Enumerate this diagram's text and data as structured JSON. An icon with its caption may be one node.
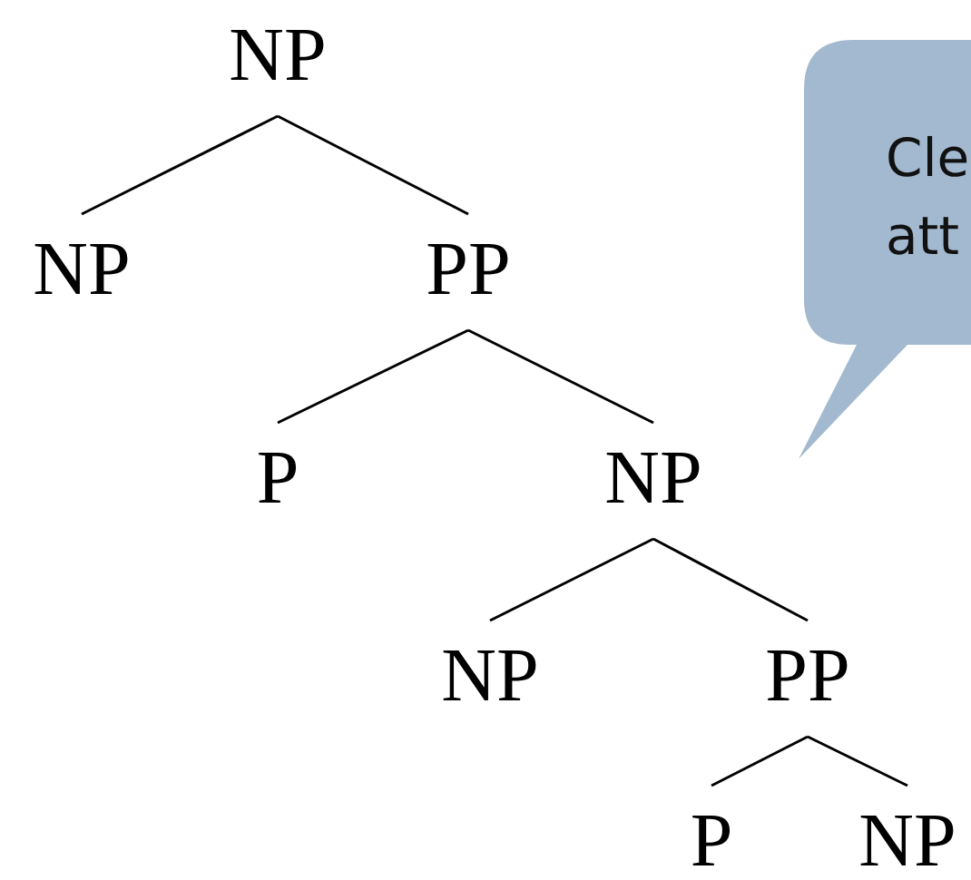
{
  "diagram": {
    "nodes": [
      {
        "text": [
          "NP"
        ]
      },
      {
        "text": [
          "NP"
        ]
      },
      {
        "text": [
          "PP"
        ]
      },
      {
        "text": [
          "P"
        ]
      },
      {
        "text": [
          "NP"
        ]
      },
      {
        "text": [
          "NP"
        ]
      },
      {
        "text": [
          "PP"
        ]
      },
      {
        "text": [
          "P"
        ]
      },
      {
        "text": [
          "NP"
        ]
      },
      {
        "text": [
          "Cle att"
        ]
      }
    ],
    "edges": [
      {
        "from": 0,
        "to": 1,
        "arrow": "none"
      },
      {
        "from": 0,
        "to": 2,
        "arrow": "none"
      },
      {
        "from": 2,
        "to": 3,
        "arrow": "none"
      },
      {
        "from": 2,
        "to": 4,
        "arrow": "none"
      },
      {
        "from": 4,
        "to": 5,
        "arrow": "none"
      },
      {
        "from": 4,
        "to": 6,
        "arrow": "none"
      },
      {
        "from": 6,
        "to": 7,
        "arrow": "none"
      },
      {
        "from": 6,
        "to": 8,
        "arrow": "none"
      }
    ]
  }
}
